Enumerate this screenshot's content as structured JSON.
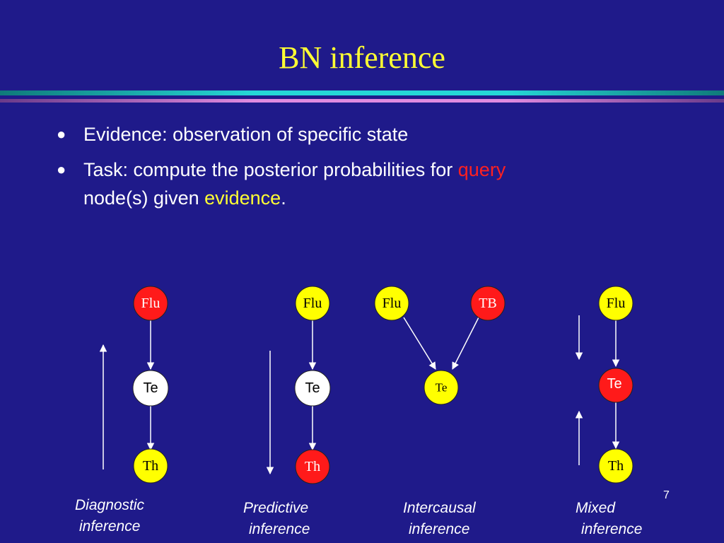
{
  "slide": {
    "title": "BN inference",
    "bullets": [
      {
        "text": "Evidence: observation of specific state"
      },
      {
        "pre": "Task: compute the posterior probabilities for ",
        "query": "query",
        "line2_pre": "node(s) given ",
        "evidence": "evidence",
        "post": "."
      }
    ],
    "page_number": "7"
  },
  "colors": {
    "background": "#1f1a8a",
    "title": "#ffff33",
    "query_node": "#ff1a1a",
    "evidence_node": "#ffff00",
    "unobserved_node": "#ffffff"
  },
  "diagrams": [
    {
      "caption_line1": "Diagnostic",
      "caption_line2": "inference",
      "nodes": [
        {
          "label": "Flu",
          "state": "query"
        },
        {
          "label": "Te",
          "state": "unobserved"
        },
        {
          "label": "Th",
          "state": "evidence"
        }
      ],
      "flow_arrow": "up"
    },
    {
      "caption_line1": "Predictive",
      "caption_line2": "inference",
      "nodes": [
        {
          "label": "Flu",
          "state": "evidence"
        },
        {
          "label": "Te",
          "state": "unobserved"
        },
        {
          "label": "Th",
          "state": "query"
        }
      ],
      "flow_arrow": "down"
    },
    {
      "caption_line1": "Intercausal",
      "caption_line2": "inference",
      "nodes": [
        {
          "label": "Flu",
          "state": "evidence"
        },
        {
          "label": "TB",
          "state": "query"
        },
        {
          "label": "Te",
          "state": "evidence"
        }
      ]
    },
    {
      "caption_line1": "Mixed",
      "caption_line2": "inference",
      "nodes": [
        {
          "label": "Flu",
          "state": "evidence"
        },
        {
          "label": "Te",
          "state": "query"
        },
        {
          "label": "Th",
          "state": "evidence"
        }
      ],
      "flow_arrows": [
        "down",
        "up"
      ]
    }
  ]
}
